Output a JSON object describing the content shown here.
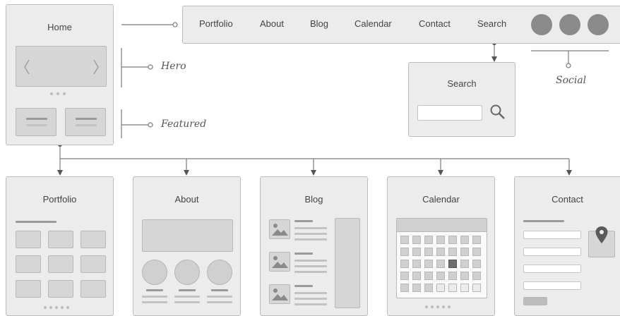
{
  "home": {
    "title": "Home"
  },
  "nav": {
    "items": [
      "Portfolio",
      "About",
      "Blog",
      "Calendar",
      "Contact",
      "Search"
    ]
  },
  "annotations": {
    "hero": "Hero",
    "featured": "Featured",
    "social": "Social"
  },
  "search": {
    "title": "Search"
  },
  "pages": {
    "portfolio": "Portfolio",
    "about": "About",
    "blog": "Blog",
    "calendar": "Calendar",
    "contact": "Contact"
  },
  "colors": {
    "line": "#666666",
    "card": "#ececec",
    "social": "#8a8a8a",
    "highlight": "#6e6e6e"
  }
}
